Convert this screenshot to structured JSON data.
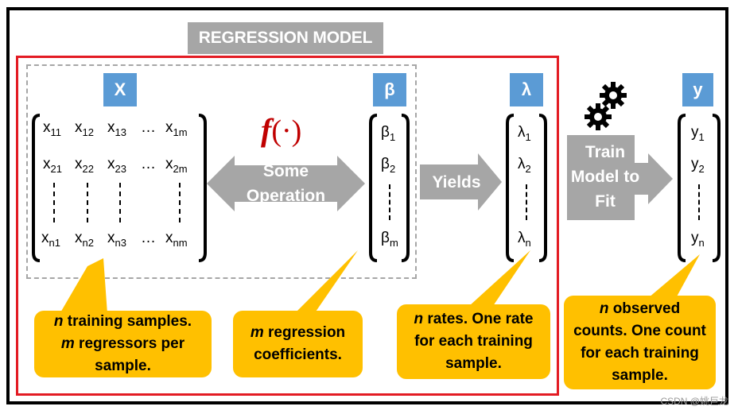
{
  "title": "REGRESSION MODEL",
  "headers": {
    "x": "X",
    "beta": "β",
    "lambda": "λ",
    "y": "y"
  },
  "matrix": {
    "row1": [
      "x11",
      "x12",
      "x13",
      "…",
      "x1m"
    ],
    "row2": [
      "x21",
      "x22",
      "x23",
      "…",
      "x2m"
    ],
    "rown": [
      "xn1",
      "xn2",
      "xn3",
      "…",
      "xnm"
    ]
  },
  "beta": {
    "b1": "β1",
    "b2": "β2",
    "bm": "βm"
  },
  "lambda": {
    "l1": "λ1",
    "l2": "λ2",
    "ln": "λn"
  },
  "y": {
    "y1": "y1",
    "y2": "y2",
    "yn": "yn"
  },
  "function_label": "f(·)",
  "arrows": {
    "operation": "Some Operation",
    "yields": "Yields",
    "train": "Train Model to Fit"
  },
  "callouts": {
    "samples": {
      "italic1": "n",
      "text1": " training samples.",
      "italic2": "m",
      "text2": " regressors per sample."
    },
    "coefficients": {
      "italic": "m",
      "text": " regression coefficients."
    },
    "rates": {
      "italic": "n",
      "text": " rates. One rate for each training sample."
    },
    "counts": {
      "italic": "n",
      "text": " observed counts. One count for each training sample."
    }
  },
  "watermark": "CSDN @姚巨龙",
  "colors": {
    "header_blue": "#5b9bd5",
    "callout_gold": "#ffc000",
    "arrow_gray": "#a6a6a6",
    "model_red": "#e31b23",
    "function_red": "#c00000"
  }
}
